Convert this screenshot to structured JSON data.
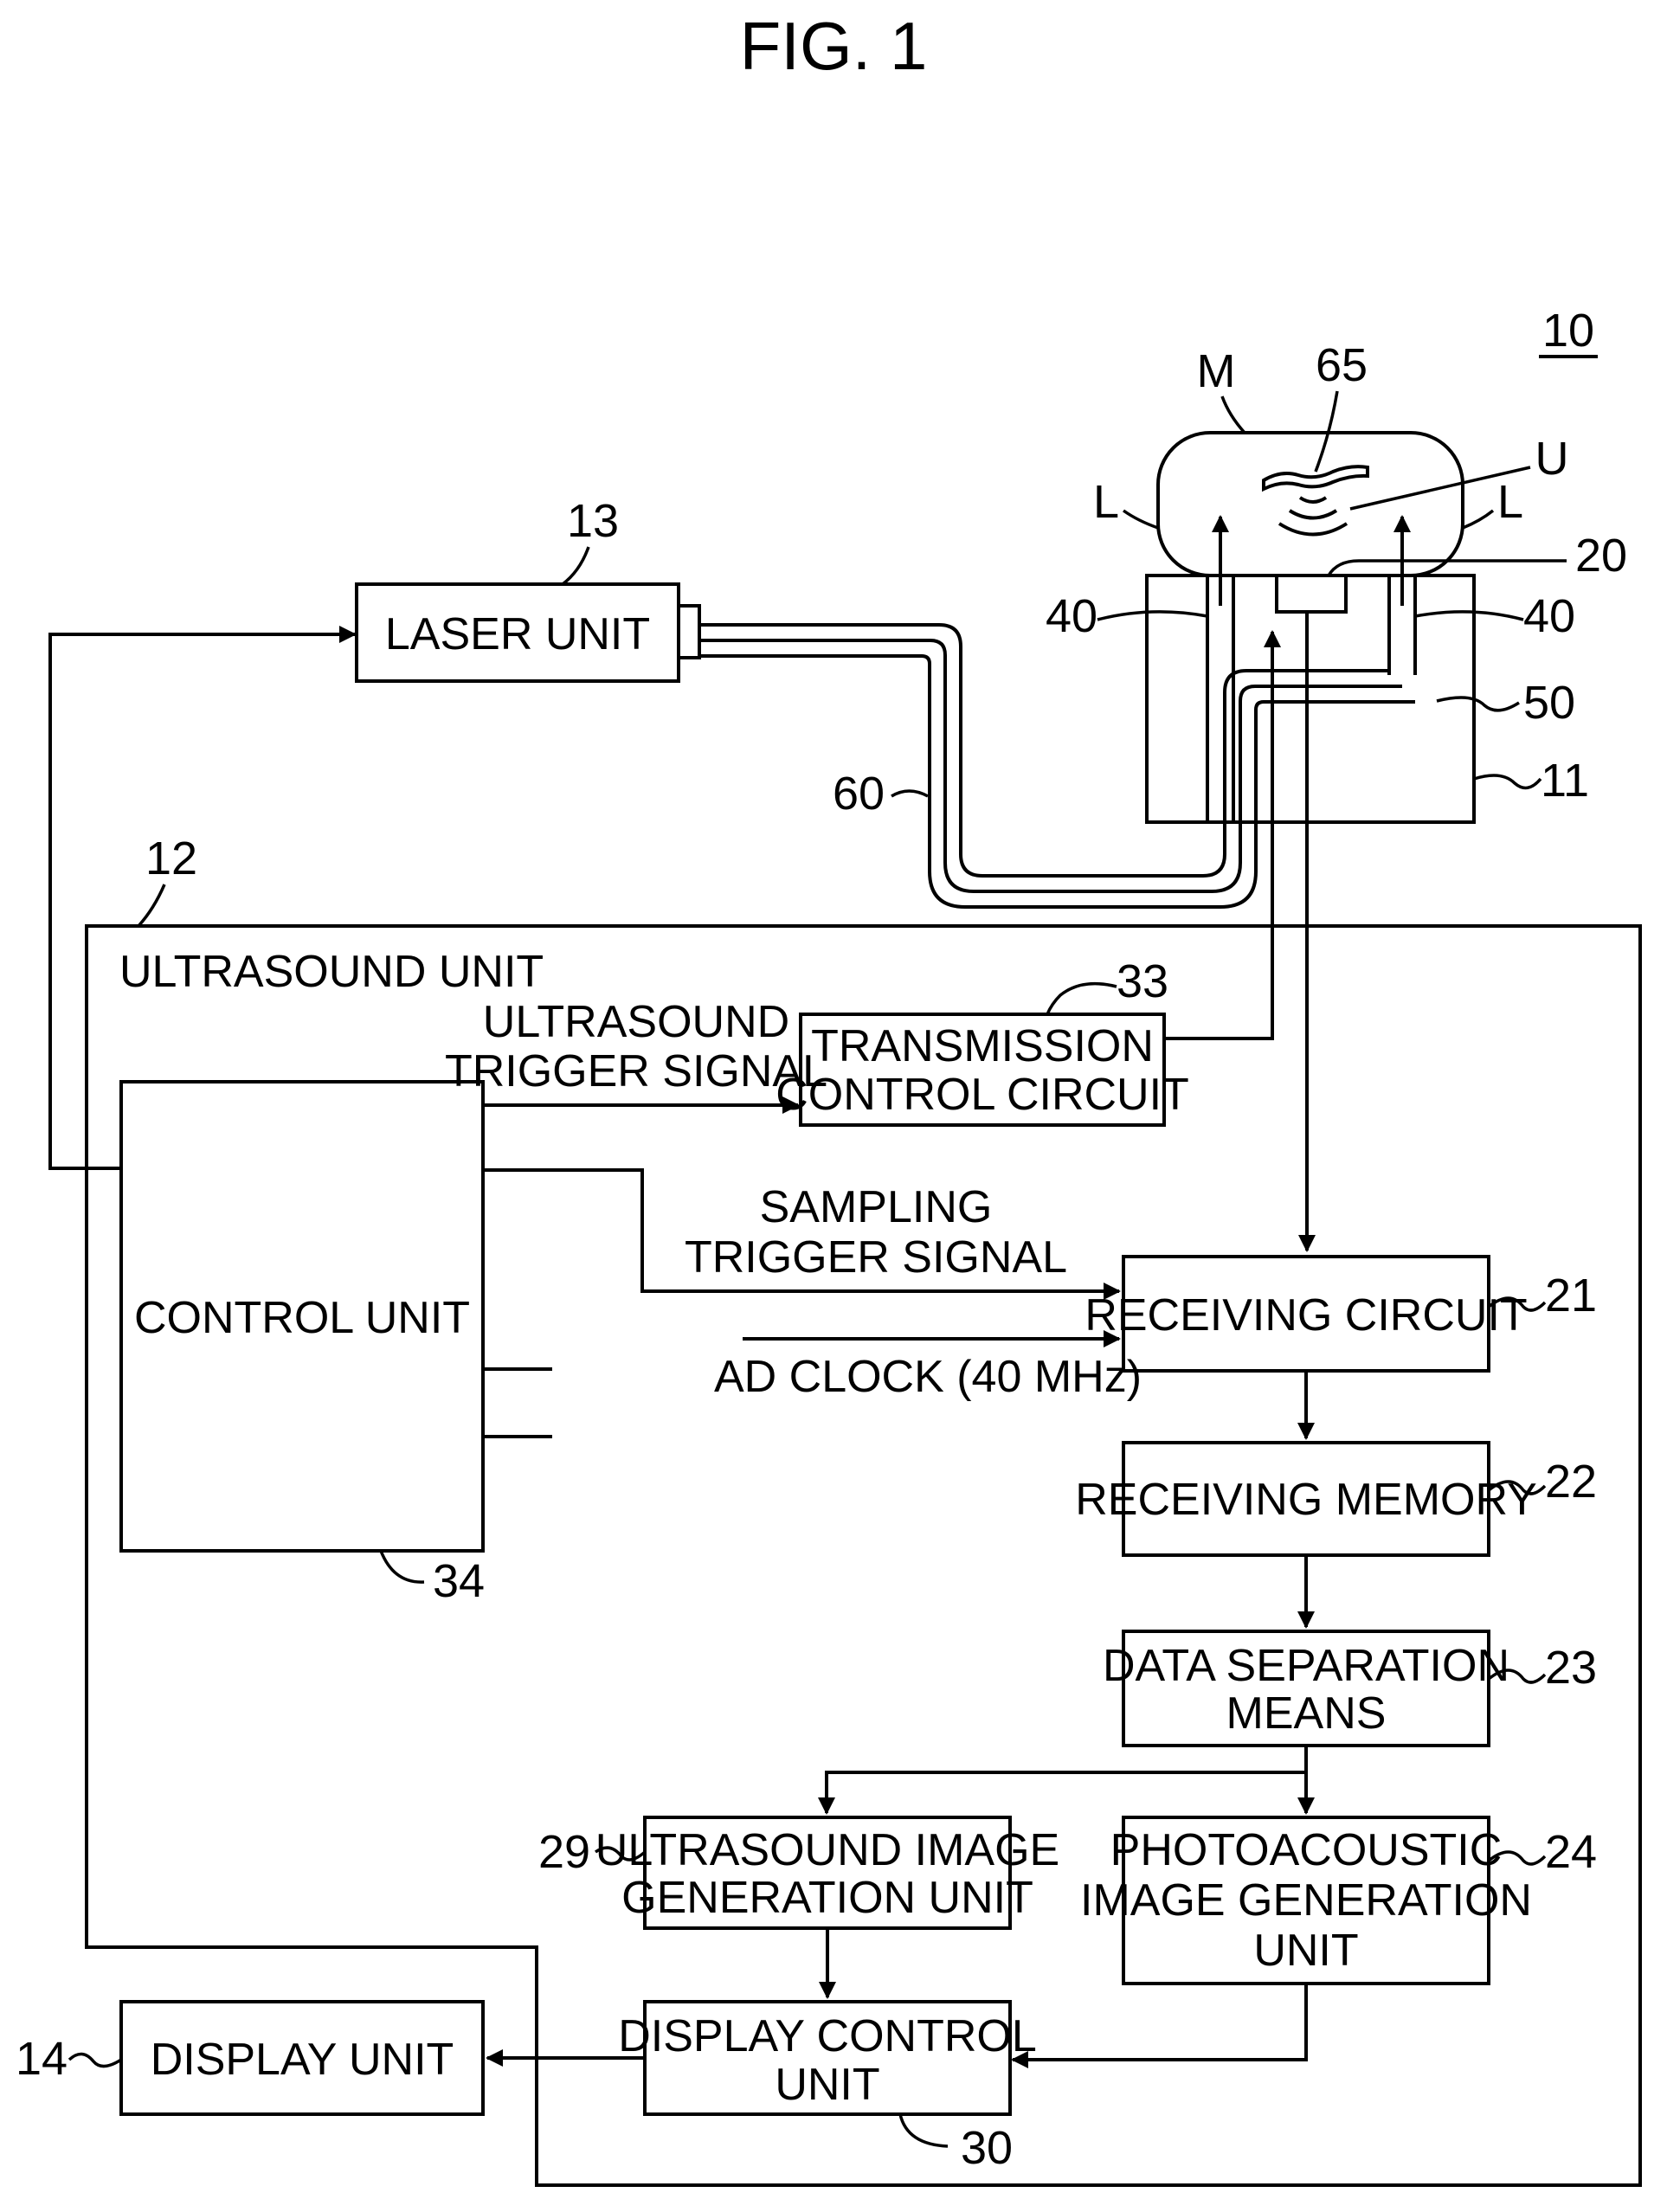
{
  "figure": {
    "title": "FIG. 1",
    "system_ref": "10"
  },
  "blocks": {
    "laser_unit": {
      "label": "LASER UNIT",
      "ref": "13"
    },
    "ultrasound_unit": {
      "label": "ULTRASOUND UNIT",
      "ref": "12"
    },
    "control_unit": {
      "label": "CONTROL UNIT",
      "ref": "34"
    },
    "transmission_control_circuit": {
      "label_line1": "TRANSMISSION",
      "label_line2": "CONTROL CIRCUIT",
      "ref": "33"
    },
    "receiving_circuit": {
      "label": "RECEIVING CIRCUIT",
      "ref": "21"
    },
    "receiving_memory": {
      "label": "RECEIVING MEMORY",
      "ref": "22"
    },
    "data_separation_means": {
      "label_line1": "DATA SEPARATION",
      "label_line2": "MEANS",
      "ref": "23"
    },
    "ultrasound_image_generation_unit": {
      "label_line1": "ULTRASOUND IMAGE",
      "label_line2": "GENERATION UNIT",
      "ref": "29"
    },
    "photoacoustic_image_generation_unit": {
      "label_line1": "PHOTOACOUSTIC",
      "label_line2": "IMAGE GENERATION",
      "label_line3": "UNIT",
      "ref": "24"
    },
    "display_control_unit": {
      "label_line1": "DISPLAY CONTROL",
      "label_line2": "UNIT",
      "ref": "30"
    },
    "display_unit": {
      "label": "DISPLAY UNIT",
      "ref": "14"
    }
  },
  "probe": {
    "probe_ref": "11",
    "housing_ref": "50",
    "transducer_ref": "20",
    "light_guide_ref": "40",
    "fiber_ref": "60",
    "subject_ref": "M",
    "absorber_ref": "65",
    "ultrasound_wave_ref": "U",
    "light_ref": "L"
  },
  "signals": {
    "ultrasound_trigger_line1": "ULTRASOUND",
    "ultrasound_trigger_line2": "TRIGGER SIGNAL",
    "sampling_trigger_line1": "SAMPLING",
    "sampling_trigger_line2": "TRIGGER SIGNAL",
    "ad_clock": "AD CLOCK (40 MHz)"
  }
}
